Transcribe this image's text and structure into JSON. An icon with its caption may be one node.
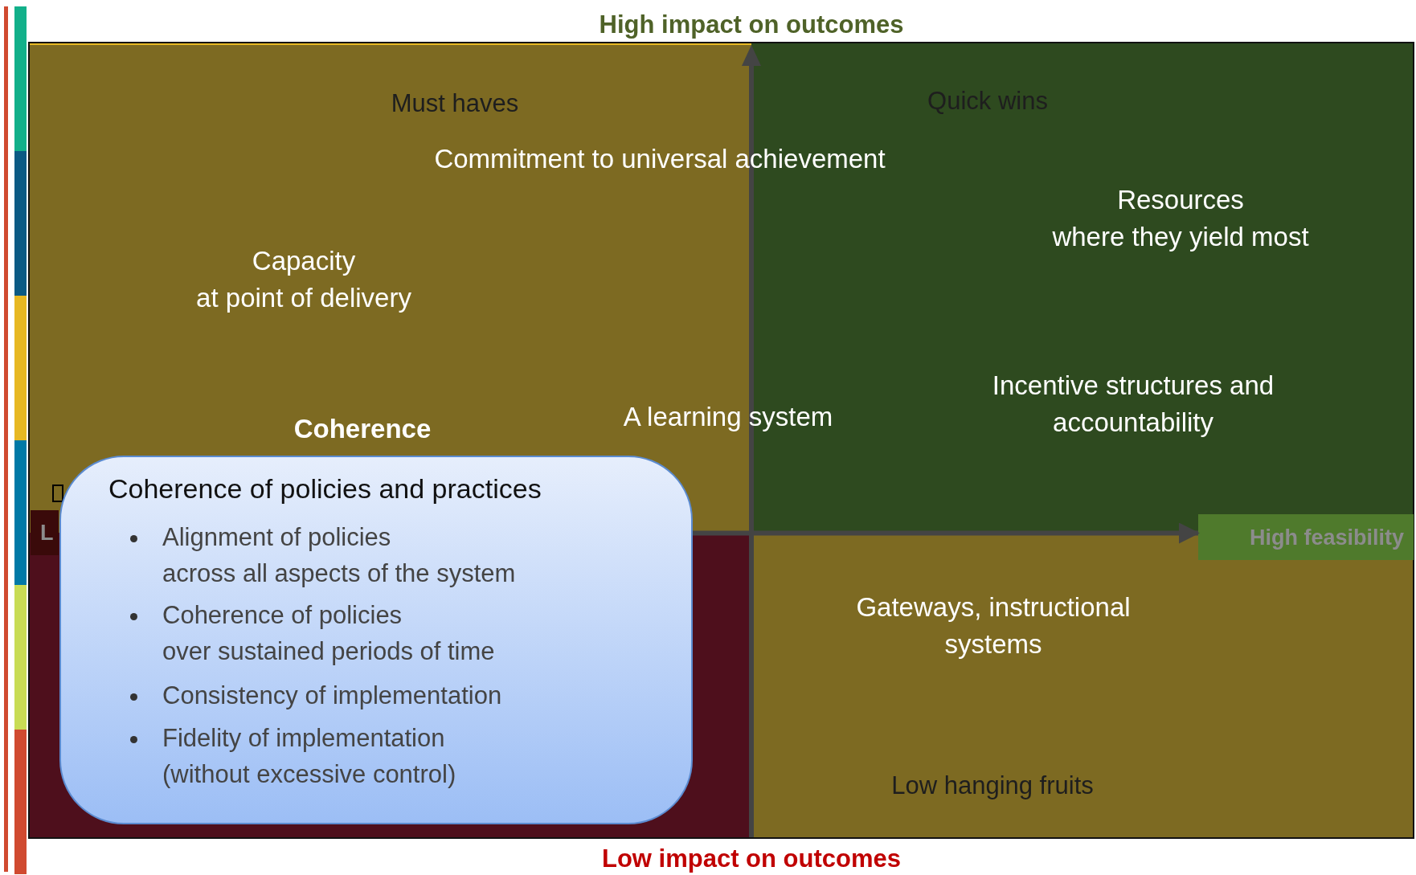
{
  "diagram": {
    "nodes": [
      {
        "text": [
          "High feasibility"
        ]
      },
      {
        "text": [
          "L"
        ]
      },
      {
        "text": [
          "Coherence of policies and practices",
          "Alignment of policies across all aspects of the system",
          "Coherence of policies over sustained periods of time",
          "Consistency of implementation",
          "Fidelity of implementation (without excessive control)"
        ]
      }
    ],
    "edges": [
      {
        "from": 2,
        "to": 0,
        "arrow": "to"
      }
    ],
    "labels": [
      "High impact on outcomes",
      "Must haves",
      "Quick wins",
      "Commitment to universal achievement",
      "Resources where they yield most",
      "Capacity at point of delivery",
      "Incentive structures and accountability",
      "Coherence",
      "A learning system",
      "Gateways, instructional systems",
      "Low hanging fruits",
      "Low impact on outcomes"
    ]
  }
}
